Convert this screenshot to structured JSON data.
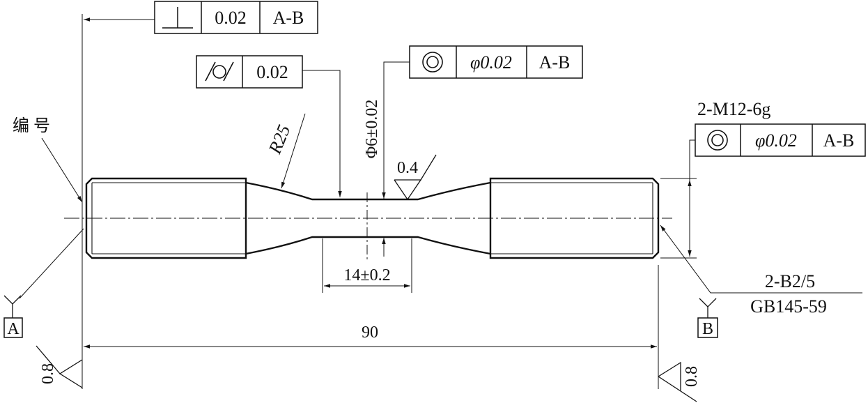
{
  "labels": {
    "part_number": "编 号",
    "radius": "R25",
    "diameter": "Φ6±0.02",
    "length_mid": "14±0.2",
    "length_total": "90",
    "roughness_mid": "0.4",
    "roughness_end": "0.8",
    "thread": "2-M12-6g",
    "center_hole_1": "2-B2/5",
    "center_hole_2": "GB145-59",
    "datum_a": "A",
    "datum_b": "B"
  },
  "tolerance_frames": {
    "perpendicularity": {
      "symbol": "perpendicularity-icon",
      "value": "0.02",
      "datum": "A-B"
    },
    "cylindricity": {
      "symbol": "cylindricity-icon",
      "value": "0.02"
    },
    "concentricity_mid": {
      "symbol": "concentricity-icon",
      "value": "φ0.02",
      "datum": "A-B"
    },
    "concentricity_end": {
      "symbol": "concentricity-icon",
      "value": "φ0.02",
      "datum": "A-B"
    }
  }
}
